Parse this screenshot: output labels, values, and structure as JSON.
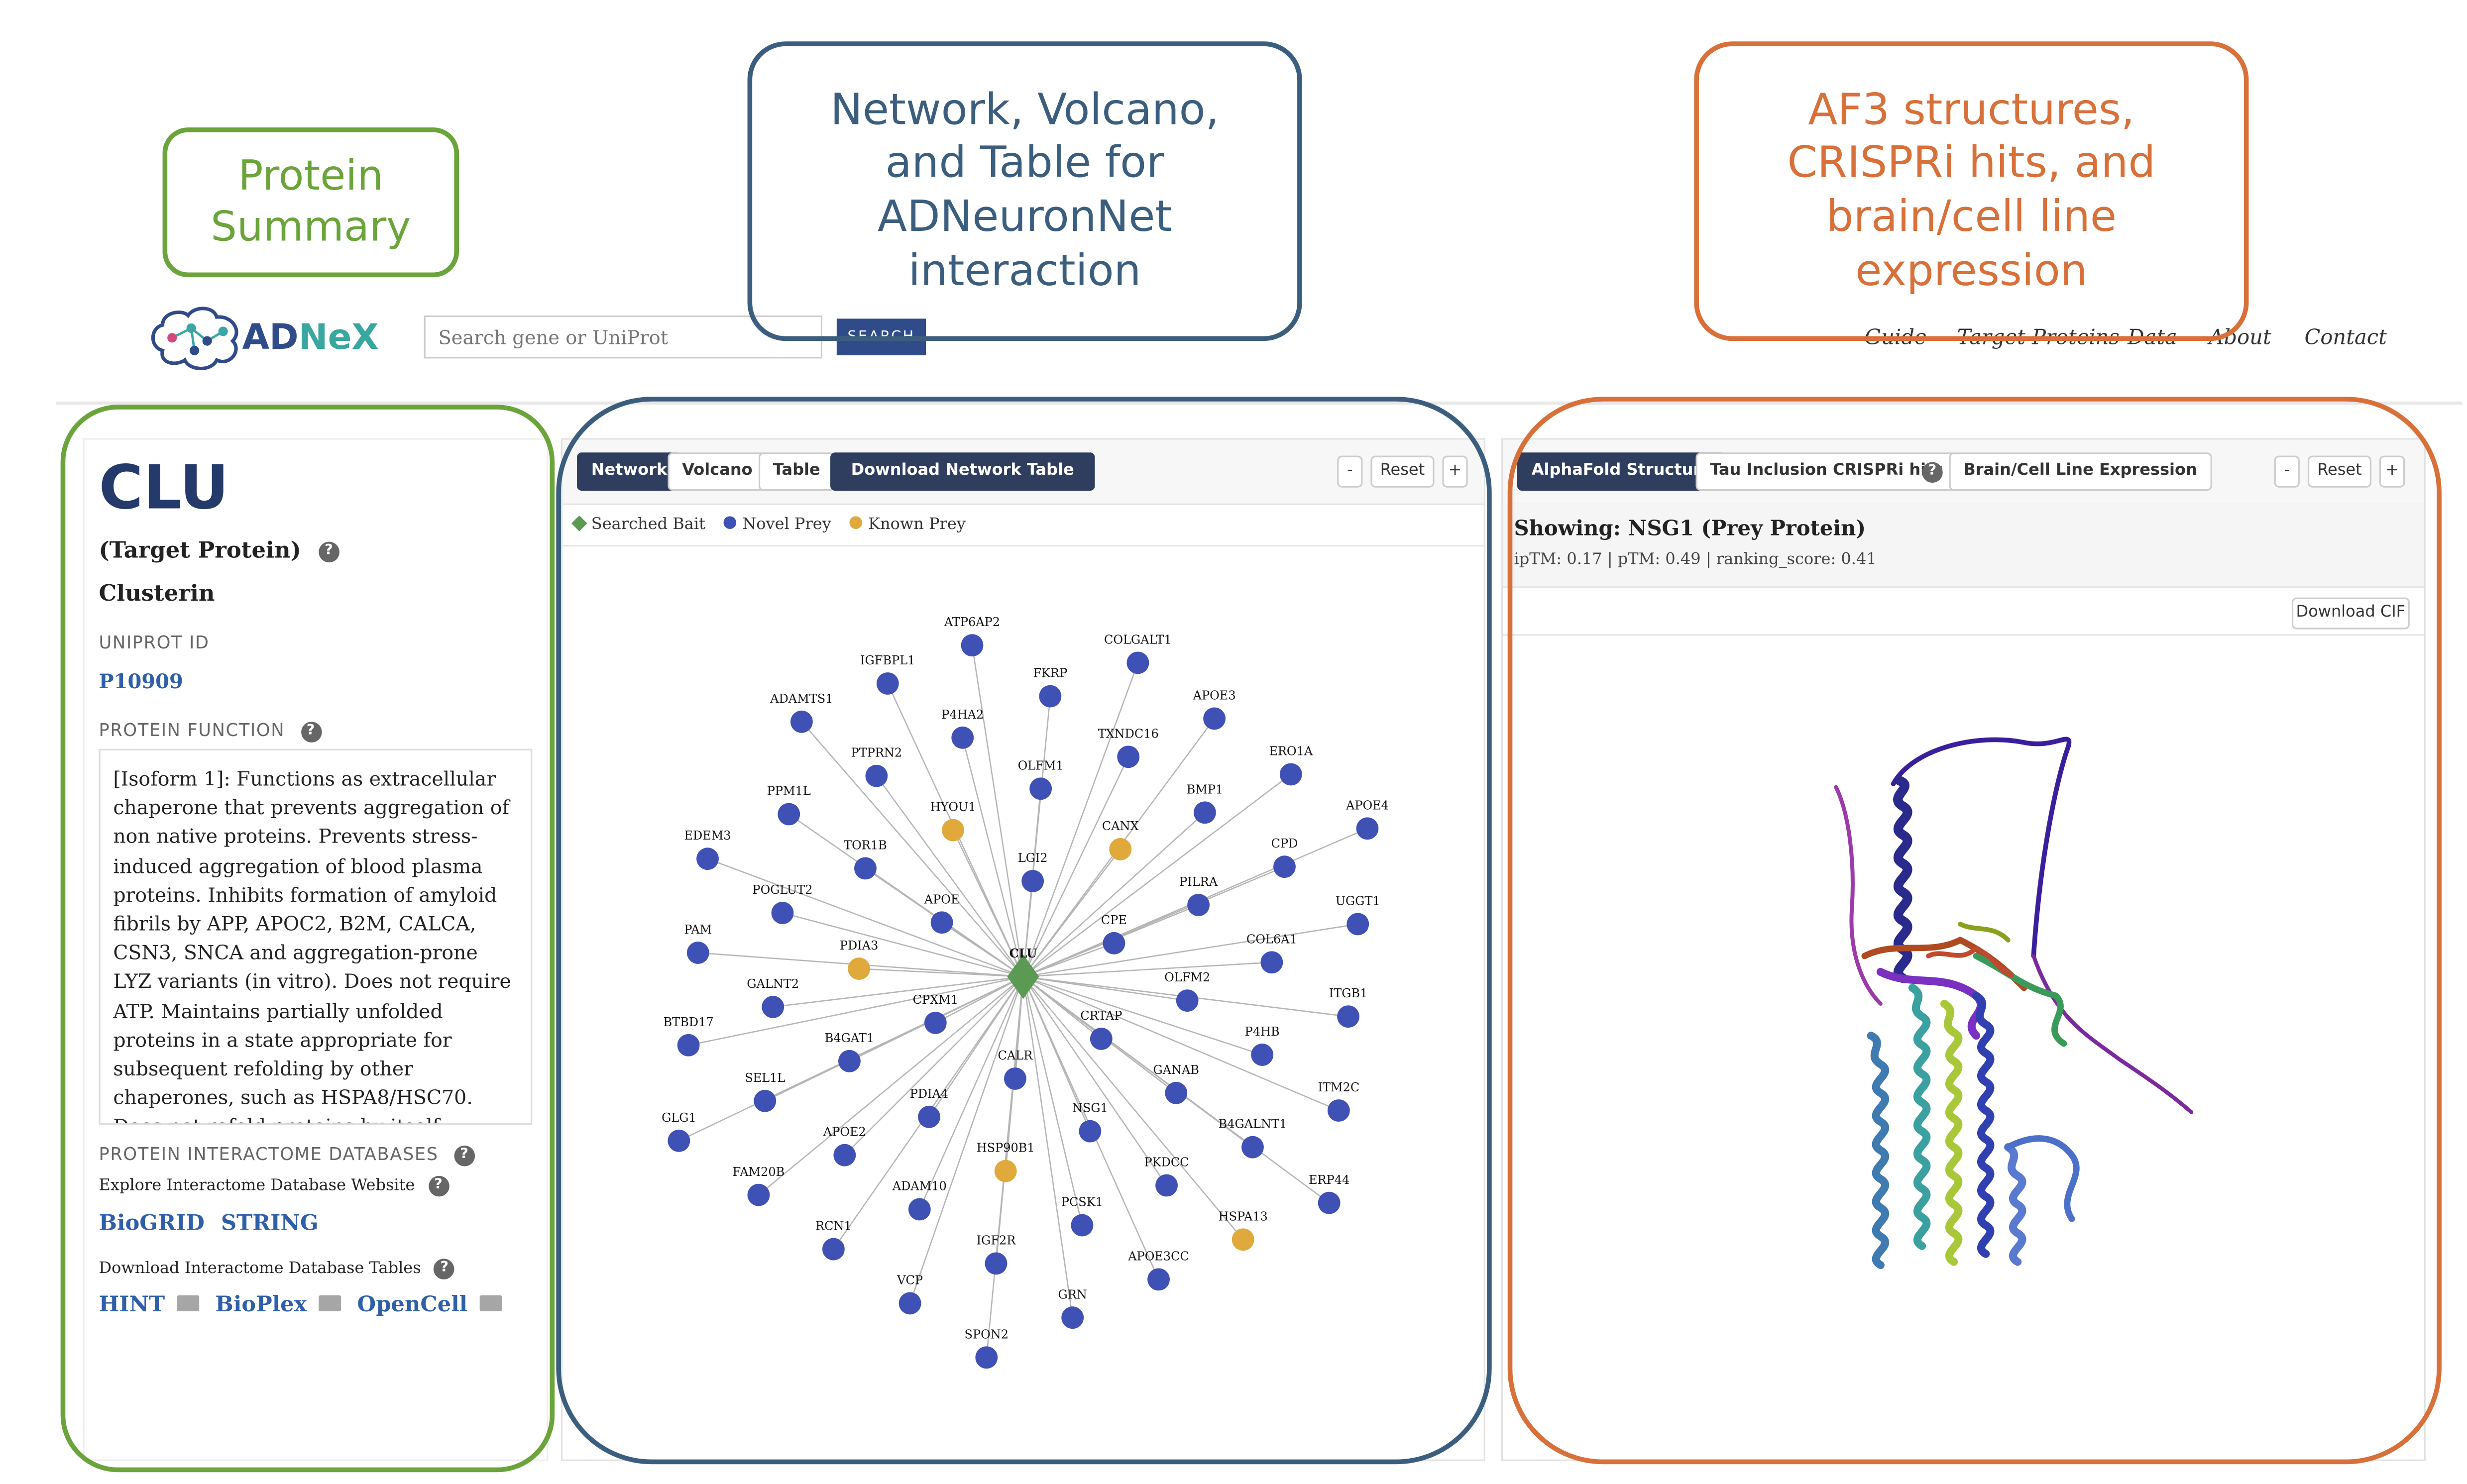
{
  "callouts": {
    "summary": "Protein\nSummary",
    "network": "Network, Volcano,\nand Table for\nADNeuronNet\ninteraction",
    "structures": "AF3 structures,\nCRISPRi hits, and\nbrain/cell line\nexpression"
  },
  "colors": {
    "green": "#6aa43a",
    "blue": "#3b5e7f",
    "orange": "#d8703a",
    "novel": "#3f51b5",
    "known": "#e0a93b",
    "bait": "#5a9a52"
  },
  "header": {
    "logo": "ADNeX",
    "logo_icon": "brain-network-icon",
    "search_placeholder": "Search gene or UniProt",
    "search_button": "SEARCH",
    "nav": [
      "Guide",
      "Target Proteins",
      "Data",
      "About",
      "Contact"
    ]
  },
  "summary": {
    "gene": "CLU",
    "role": "(Target Protein)",
    "name": "Clusterin",
    "uniprot_label": "UNIPROT ID",
    "uniprot_id": "P10909",
    "function_label": "PROTEIN FUNCTION",
    "function_text": "[Isoform 1]: Functions as extracellular chaperone that prevents aggregation of non native proteins. Prevents stress-induced aggregation of blood plasma proteins. Inhibits formation of amyloid fibrils by APP, APOC2, B2M, CALCA, CSN3, SNCA and aggregation-prone LYZ variants (in vitro). Does not require ATP. Maintains partially unfolded proteins in a state appropriate for subsequent refolding by other chaperones, such as HSPA8/HSC70. Does not refold proteins by itself. Binding to cell surface receptors triggers",
    "interactome_label": "PROTEIN INTERACTOME DATABASES",
    "explore_label": "Explore Interactome Database Website",
    "explore_links": [
      "BioGRID",
      "STRING"
    ],
    "download_label": "Download Interactome Database Tables",
    "download_links": [
      "HINT",
      "BioPlex",
      "OpenCell"
    ]
  },
  "network_panel": {
    "tabs": [
      "Network",
      "Volcano",
      "Table",
      "Download Network Table"
    ],
    "controls": [
      "-",
      "Reset",
      "+"
    ],
    "legend": [
      "Searched Bait",
      "Novel Prey",
      "Known Prey"
    ],
    "bait": "CLU",
    "nodes": [
      {
        "label": "ATP6AP2",
        "type": "novel"
      },
      {
        "label": "COLGALT1",
        "type": "novel"
      },
      {
        "label": "IGFBPL1",
        "type": "novel"
      },
      {
        "label": "FKRP",
        "type": "novel"
      },
      {
        "label": "APOE3",
        "type": "novel"
      },
      {
        "label": "ADAMTS1",
        "type": "novel"
      },
      {
        "label": "P4HA2",
        "type": "novel"
      },
      {
        "label": "TXNDC16",
        "type": "novel"
      },
      {
        "label": "ERO1A",
        "type": "novel"
      },
      {
        "label": "PTPRN2",
        "type": "novel"
      },
      {
        "label": "OLFM1",
        "type": "novel"
      },
      {
        "label": "PPM1L",
        "type": "novel"
      },
      {
        "label": "HYOU1",
        "type": "known"
      },
      {
        "label": "BMP1",
        "type": "novel"
      },
      {
        "label": "APOE4",
        "type": "novel"
      },
      {
        "label": "CANX",
        "type": "known"
      },
      {
        "label": "EDEM3",
        "type": "novel"
      },
      {
        "label": "TOR1B",
        "type": "novel"
      },
      {
        "label": "LGI2",
        "type": "novel"
      },
      {
        "label": "CPD",
        "type": "novel"
      },
      {
        "label": "UGGT1",
        "type": "novel"
      },
      {
        "label": "POGLUT2",
        "type": "novel"
      },
      {
        "label": "PILRA",
        "type": "novel"
      },
      {
        "label": "APOE",
        "type": "novel"
      },
      {
        "label": "PAM",
        "type": "novel"
      },
      {
        "label": "CPE",
        "type": "novel"
      },
      {
        "label": "COL6A1",
        "type": "novel"
      },
      {
        "label": "PDIA3",
        "type": "known"
      },
      {
        "label": "OLFM2",
        "type": "novel"
      },
      {
        "label": "GALNT2",
        "type": "novel"
      },
      {
        "label": "ITGB1",
        "type": "novel"
      },
      {
        "label": "CPXM1",
        "type": "novel"
      },
      {
        "label": "BTBD17",
        "type": "novel"
      },
      {
        "label": "CRTAP",
        "type": "novel"
      },
      {
        "label": "P4HB",
        "type": "novel"
      },
      {
        "label": "B4GAT1",
        "type": "novel"
      },
      {
        "label": "CALR",
        "type": "novel"
      },
      {
        "label": "GANAB",
        "type": "novel"
      },
      {
        "label": "SEL1L",
        "type": "novel"
      },
      {
        "label": "ITM2C",
        "type": "novel"
      },
      {
        "label": "PDIA4",
        "type": "novel"
      },
      {
        "label": "GLG1",
        "type": "novel"
      },
      {
        "label": "NSG1",
        "type": "novel"
      },
      {
        "label": "B4GALNT1",
        "type": "novel"
      },
      {
        "label": "APOE2",
        "type": "novel"
      },
      {
        "label": "FAM20B",
        "type": "novel"
      },
      {
        "label": "HSP90B1",
        "type": "known"
      },
      {
        "label": "PKDCC",
        "type": "novel"
      },
      {
        "label": "ERP44",
        "type": "novel"
      },
      {
        "label": "ADAM10",
        "type": "novel"
      },
      {
        "label": "RCN1",
        "type": "novel"
      },
      {
        "label": "PCSK1",
        "type": "novel"
      },
      {
        "label": "HSPA13",
        "type": "known"
      },
      {
        "label": "IGF2R",
        "type": "novel"
      },
      {
        "label": "APOE3CC",
        "type": "novel"
      },
      {
        "label": "VCP",
        "type": "novel"
      },
      {
        "label": "GRN",
        "type": "novel"
      },
      {
        "label": "SPON2",
        "type": "novel"
      }
    ]
  },
  "structure_panel": {
    "tabs": [
      "AlphaFold Structure",
      "Tau Inclusion CRISPRi hits",
      "Brain/Cell Line Expression"
    ],
    "controls": [
      "-",
      "Reset",
      "+"
    ],
    "showing": "Showing: NSG1 (Prey Protein)",
    "metrics": "ipTM: 0.17 | pTM: 0.49 | ranking_score: 0.41",
    "download": "Download CIF"
  }
}
